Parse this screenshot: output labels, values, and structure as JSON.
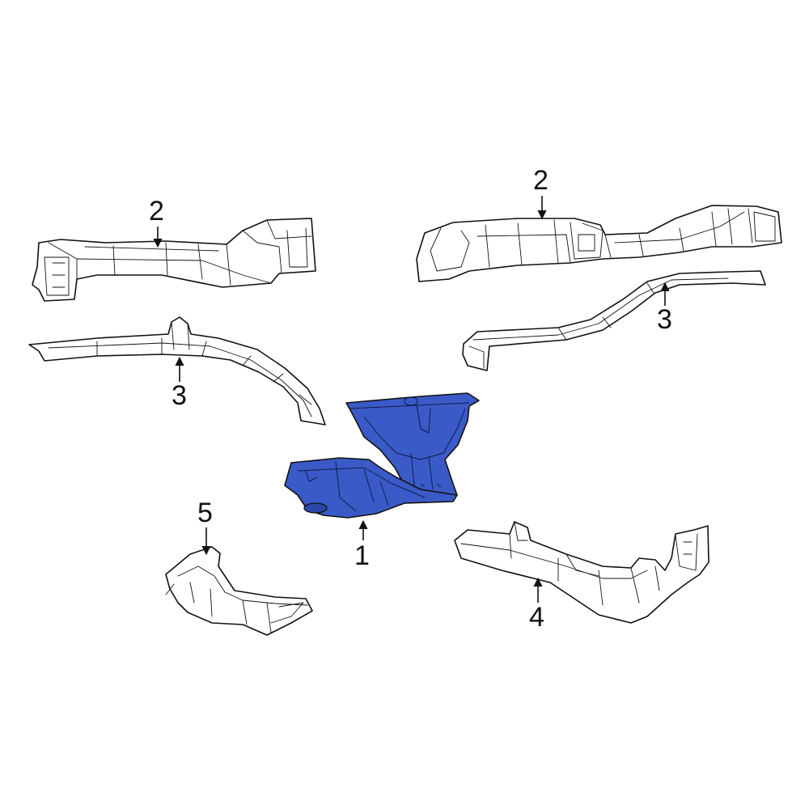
{
  "callouts": {
    "part_1": "1",
    "part_2_left": "2",
    "part_2_right": "2",
    "part_3_left": "3",
    "part_3_right": "3",
    "part_4": "4",
    "part_5": "5"
  },
  "colors": {
    "highlight": "#3a5bc7",
    "highlight_dark": "#2b47a8",
    "line": "#111111",
    "background": "#ffffff"
  },
  "highlighted_part": "1"
}
